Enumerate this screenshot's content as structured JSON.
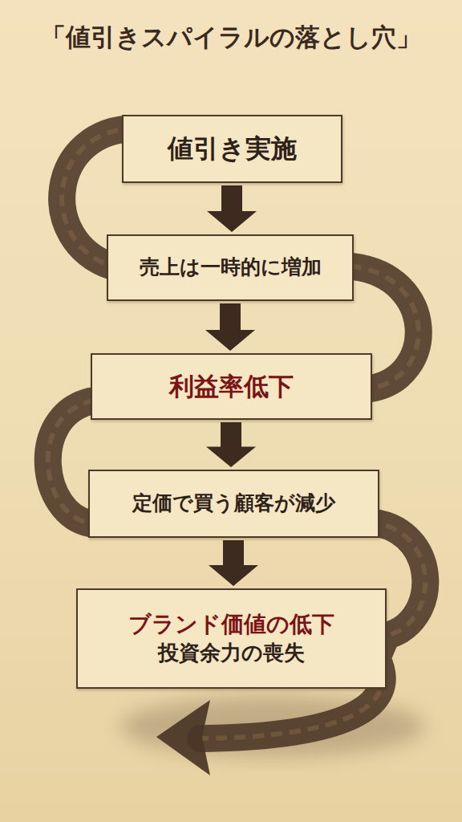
{
  "diagram": {
    "title": "「値引きスパイラルの落とし穴」",
    "nodes": [
      {
        "text": [
          "値引き実施"
        ]
      },
      {
        "text": [
          "売上は一時的に増加"
        ]
      },
      {
        "text": [
          "利益率低下"
        ]
      },
      {
        "text": [
          "定価で買う顧客が減少"
        ]
      },
      {
        "text": [
          "ブランド価値の低下",
          "投資余力の喪失"
        ]
      }
    ],
    "edges": [
      {
        "from": 0,
        "to": 1,
        "arrow": "to"
      },
      {
        "from": 1,
        "to": 2,
        "arrow": "to"
      },
      {
        "from": 2,
        "to": 3,
        "arrow": "to"
      },
      {
        "from": 3,
        "to": 4,
        "arrow": "to"
      }
    ]
  }
}
